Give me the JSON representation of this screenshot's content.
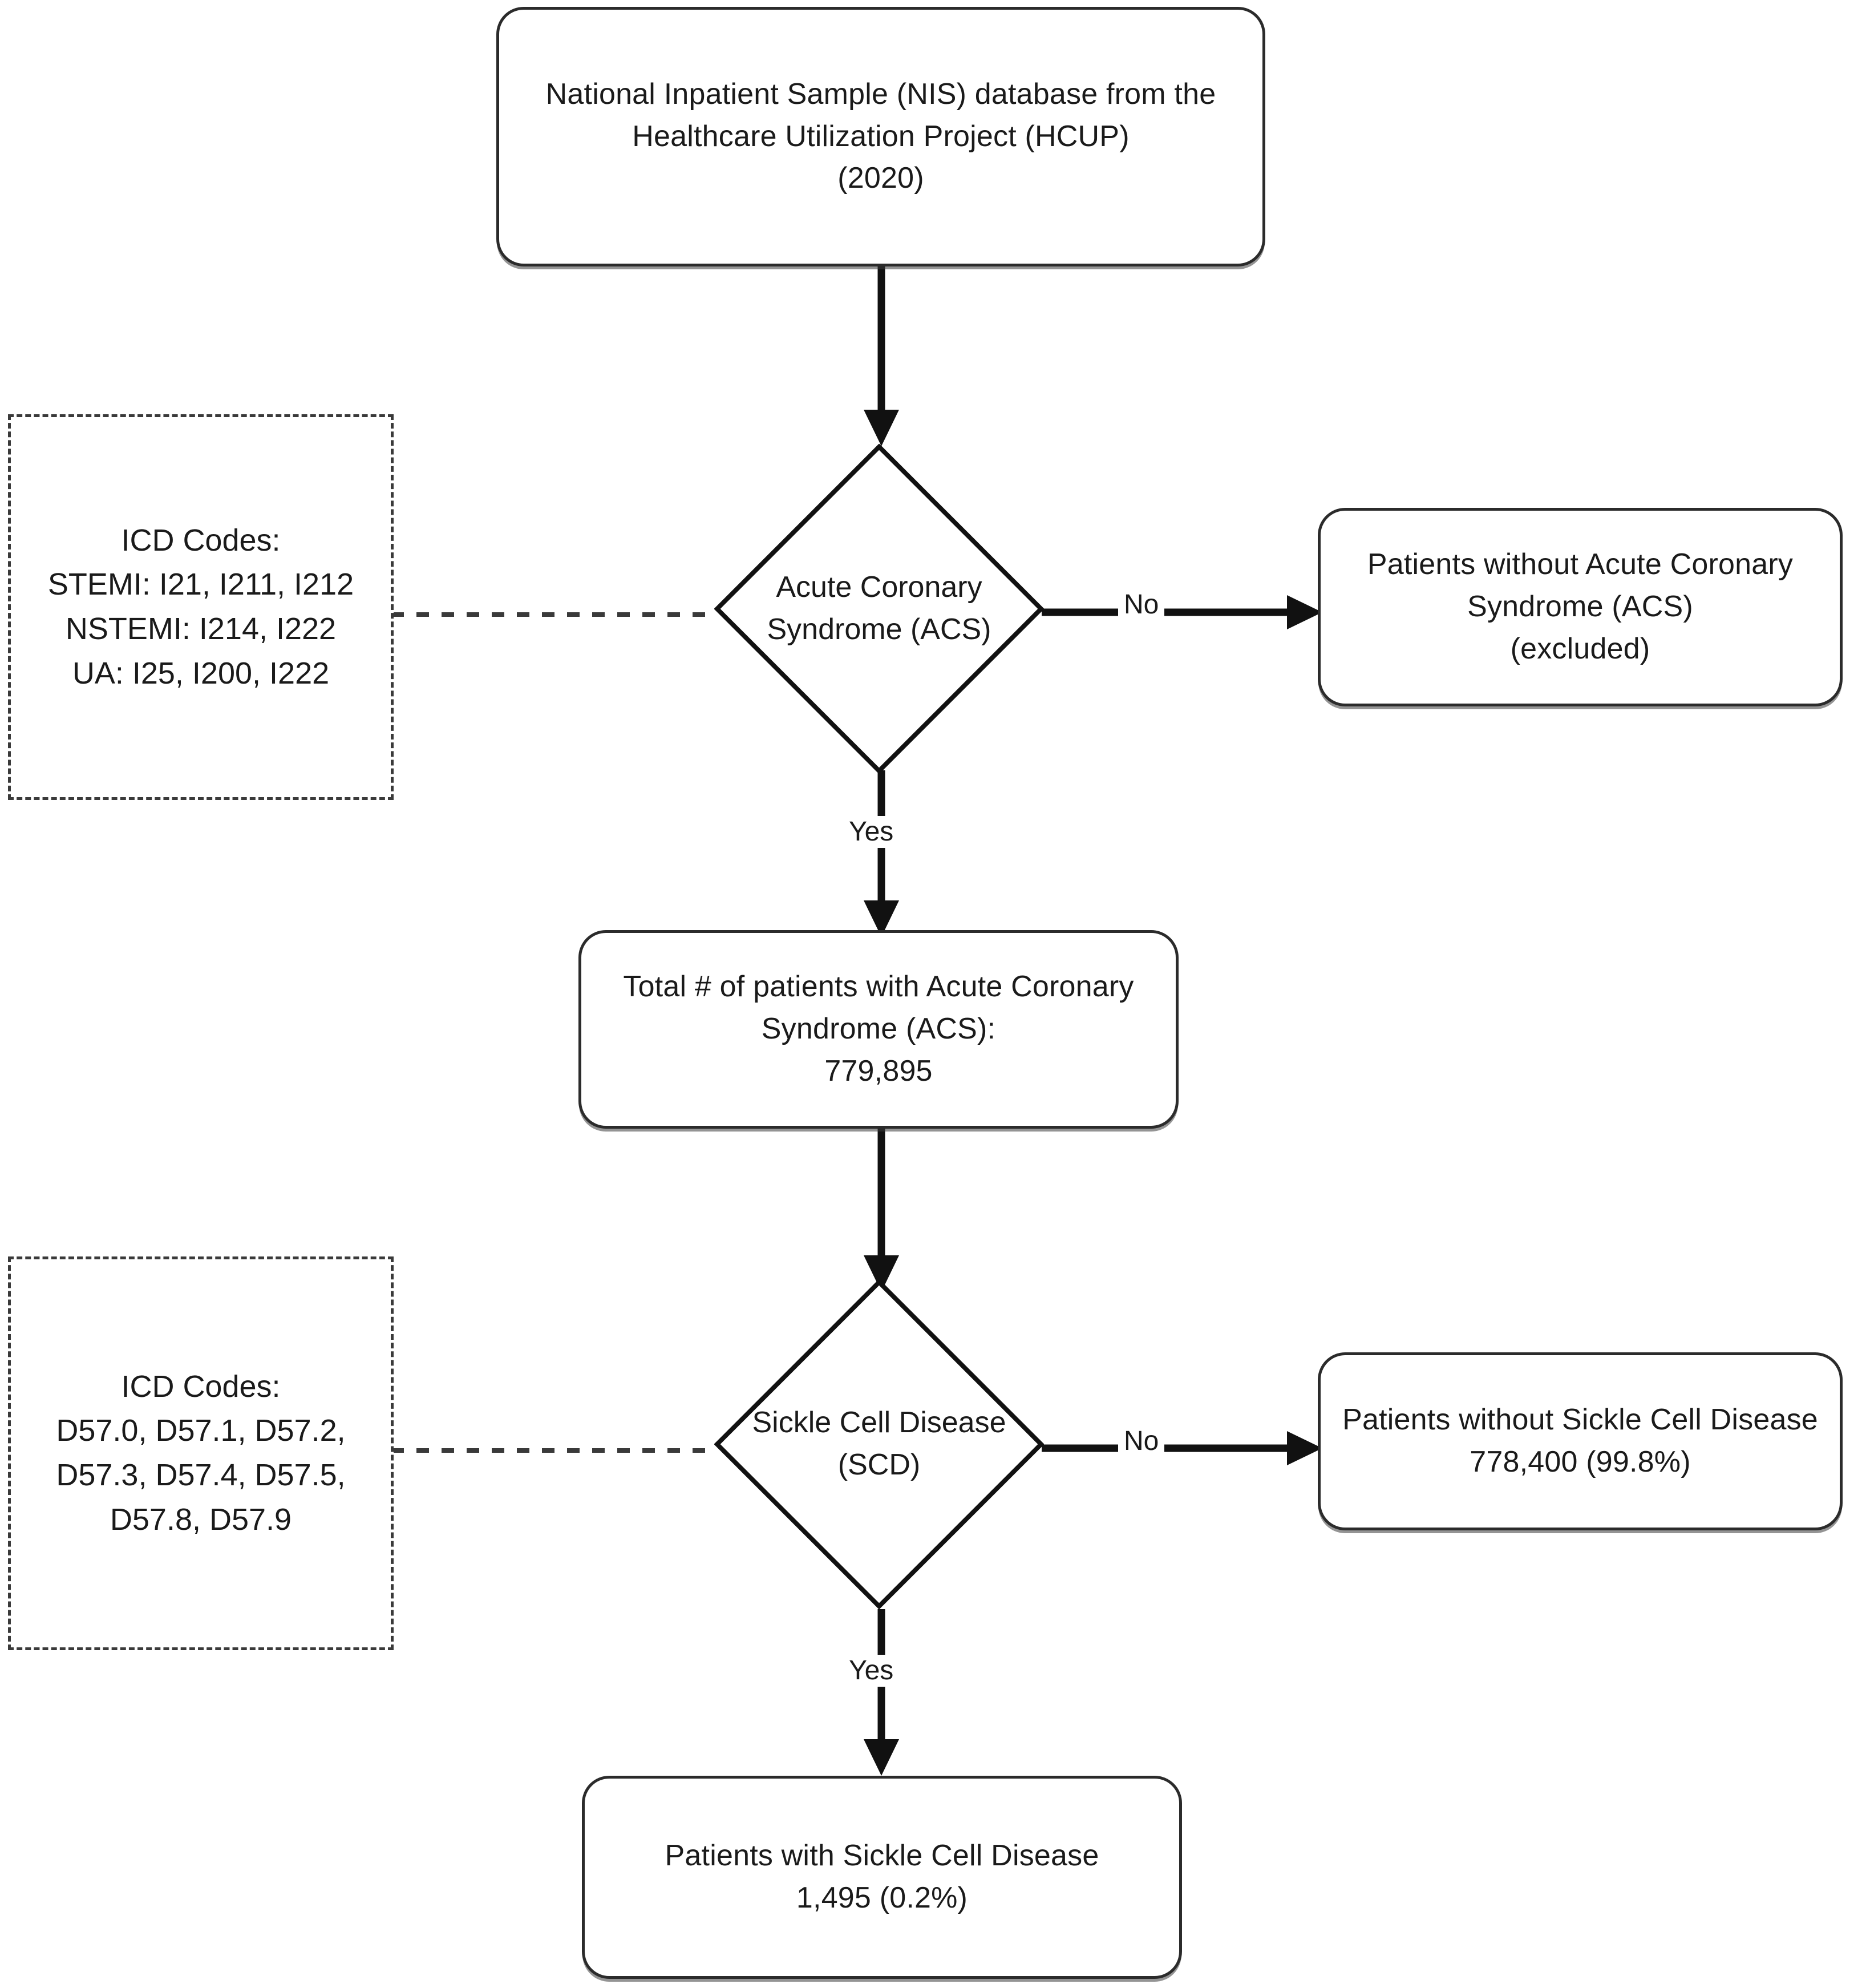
{
  "diagram": {
    "type": "flowchart",
    "title": "Patient selection flow diagram",
    "stroke_color": "#2b2b2b",
    "dashed_stroke_color": "#3a3a3a",
    "background": "#ffffff"
  },
  "nodes": {
    "source_box": {
      "shape": "rounded-rectangle",
      "text": "National Inpatient Sample (NIS) database from the\nHealthcare Utilization Project (HCUP)\n(2020)"
    },
    "icd_acs_box": {
      "shape": "dashed-rectangle",
      "text": "ICD Codes:\nSTEMI: I21, I211, I212\nNSTEMI: I214, I222\nUA: I25, I200, I222"
    },
    "acs_decision": {
      "shape": "diamond",
      "text": "Acute Coronary\nSyndrome (ACS)"
    },
    "acs_excluded_box": {
      "shape": "rounded-rectangle",
      "text": "Patients without Acute Coronary\nSyndrome (ACS)\n(excluded)"
    },
    "acs_total_box": {
      "shape": "rounded-rectangle",
      "text": "Total # of patients with Acute Coronary\nSyndrome (ACS):\n779,895"
    },
    "icd_scd_box": {
      "shape": "dashed-rectangle",
      "text": "ICD Codes:\nD57.0, D57.1, D57.2,\nD57.3, D57.4, D57.5,\nD57.8, D57.9"
    },
    "scd_decision": {
      "shape": "diamond",
      "text": "Sickle Cell Disease\n(SCD)"
    },
    "scd_absent_box": {
      "shape": "rounded-rectangle",
      "text": "Patients without Sickle Cell Disease\n778,400 (99.8%)"
    },
    "scd_present_box": {
      "shape": "rounded-rectangle",
      "text": "Patients with Sickle Cell Disease\n1,495 (0.2%)"
    }
  },
  "edges": {
    "acs_no_label": "No",
    "acs_yes_label": "Yes",
    "scd_no_label": "No",
    "scd_yes_label": "Yes"
  },
  "values": {
    "year": "2020",
    "acs_total": "779,895",
    "scd_absent_count": "778,400",
    "scd_absent_pct": "99.8%",
    "scd_present_count": "1,495",
    "scd_present_pct": "0.2%"
  }
}
